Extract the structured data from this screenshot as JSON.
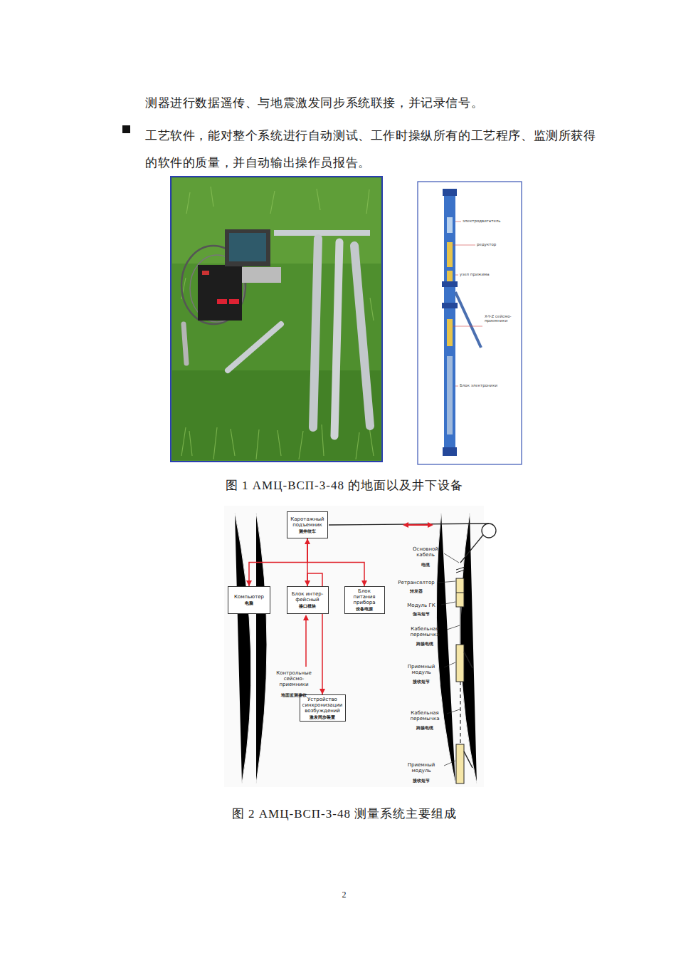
{
  "diagram": {
    "caption": "图 2 АМЦ-ВСП-3-48 测量系统主要组成",
    "nodes": [
      {
        "text": [
          "Каротажный подъемник",
          "测井绞车"
        ]
      },
      {
        "text": [
          "Компьютер",
          "电脑"
        ]
      },
      {
        "text": [
          "Блок интер- фейсный",
          "接口模块"
        ]
      },
      {
        "text": [
          "Блок питания прибора",
          "设备电源"
        ]
      },
      {
        "text": [
          "Устройство синхронизации возбуждений",
          "激发同步装置"
        ]
      }
    ],
    "edges": [
      {
        "from": 0,
        "to": 2,
        "arrow": "both"
      },
      {
        "from": 0,
        "to": 1,
        "arrow": "to"
      },
      {
        "from": 0,
        "to": 3,
        "arrow": "to"
      },
      {
        "from": 2,
        "to": 4,
        "arrow": "both"
      }
    ],
    "labels": [
      "测器进行数据遥传、与地震激发同步系统联接，并记录信号。",
      "工艺软件，能对整个系统进行自动测试、工作时操纵所有的工艺程序、监测所获得的软件的质量，并自动输出操作员报告。",
      "электродвигатель",
      "редуктор",
      "узел прижима",
      "X-Y-Z сейсмо- приемники",
      "Блок электроники",
      "图 1 АМЦ-ВСП-3-48 的地面以及井下设备",
      "Основной кабель",
      "电缆",
      "Ретрансялтор",
      "转发器",
      "Модуль ГК",
      "伽马短节",
      "Кабельная перемычка",
      "跨接电缆",
      "Приемный модуль",
      "接收短节",
      "Кабельная перемычка",
      "跨接电缆",
      "Приемный модуль",
      "接收短节",
      "Контрольные сейсмо- приемники",
      "地面监测接收",
      "2"
    ]
  }
}
